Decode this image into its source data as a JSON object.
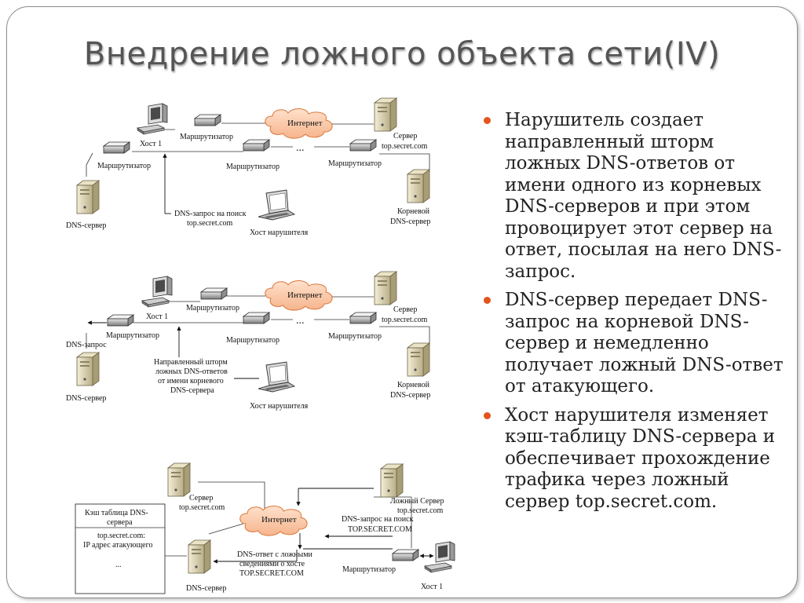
{
  "slide": {
    "title": "Внедрение ложного объекта сети(IV)",
    "bullets": [
      "Нарушитель создает направленный шторм ложных DNS-ответов от имени одного из корневых DNS-серверов и при этом провоцирует этот сервер на ответ, посылая на него DNS-запрос.",
      "DNS-сервер передает DNS-запрос на корневой DNS-сервер и немедленно получает ложный DNS-ответ от атакующего.",
      "Хост нарушителя изменяет кэш-таблицу DNS-сервера и обеспечивает прохождение трафика через ложный сервер top.secret.com."
    ],
    "bullet_color": "#e4541c"
  },
  "diagram1": {
    "host1": "Хост 1",
    "router_top": "Маршрутизатор",
    "internet": "Интернет",
    "server": [
      "Сервер",
      "top.secret.com"
    ],
    "router_left": "Маршрутизатор",
    "router_mid": "Маршрутизатор",
    "router_right": "Маршрутизатор",
    "dots": "...",
    "dns_server": "DNS-сервер",
    "query": [
      "DNS-запрос на поиск",
      "top.secret.com"
    ],
    "attacker": "Хост нарушителя",
    "root": [
      "Корневой",
      "DNS-сервер"
    ]
  },
  "diagram2": {
    "host1": "Хост 1",
    "router_top": "Маршрутизатор",
    "internet": "Интернет",
    "server": [
      "Сервер",
      "top.secret.com"
    ],
    "dns_query": "DNS-запрос",
    "router_left": "Маршрутизатор",
    "router_mid": "Маршрутизатор",
    "router_right": "Маршрутизатор",
    "dots": "...",
    "storm": [
      "Направленный шторм",
      "ложных DNS-ответов",
      "от имени корневого",
      "DNS-сервера"
    ],
    "dns_server": "DNS-сервер",
    "attacker": "Хост нарушителя",
    "root": [
      "Корневой",
      "DNS-сервер"
    ]
  },
  "diagram3": {
    "server": [
      "Сервер",
      "top.secret.com"
    ],
    "fake_server": [
      "Ложный Сервер",
      "top.secret.com"
    ],
    "internet": "Интернет",
    "cache_title": [
      "Кэш таблица DNS-",
      "сервера"
    ],
    "cache_entry": [
      "top.secret.com:",
      "IP адрес атакующего"
    ],
    "cache_dots": "...",
    "query": [
      "DNS-запрос на поиск",
      "TOP.SECRET.COM"
    ],
    "answer": [
      "DNS-ответ с ложными",
      "сведениями о хосте",
      "TOP.SECRET.COM"
    ],
    "router": "Маршрутизатор",
    "dns_server": "DNS-сервер",
    "host1": "Хост 1"
  }
}
